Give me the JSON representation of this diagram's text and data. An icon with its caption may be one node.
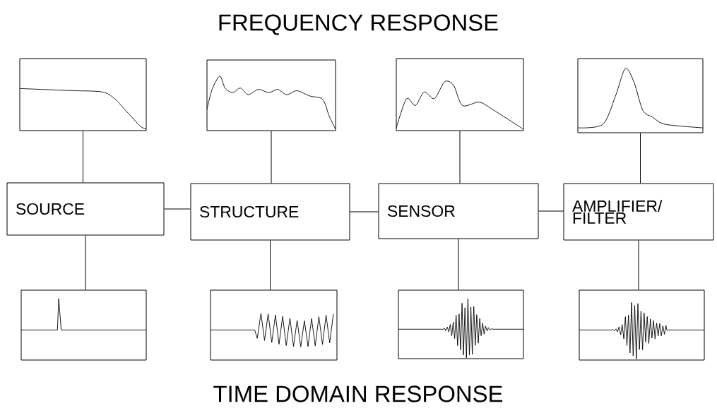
{
  "diagram": {
    "title": "FREQUENCY RESPONSE",
    "caption": "TIME DOMAIN RESPONSE",
    "nodes": [
      {
        "text": [],
        "shape": "picture"
      },
      {
        "text": [],
        "shape": "picture"
      },
      {
        "text": [],
        "shape": "picture"
      },
      {
        "text": [],
        "shape": "picture"
      },
      {
        "text": [
          "SOURCE"
        ]
      },
      {
        "text": [
          "STRUCTURE"
        ]
      },
      {
        "text": [
          "SENSOR"
        ]
      },
      {
        "text": [
          "AMPLIFIER/ FILTER"
        ]
      },
      {
        "text": [],
        "shape": "picture"
      },
      {
        "text": [],
        "shape": "picture"
      },
      {
        "text": [],
        "shape": "picture"
      },
      {
        "text": [],
        "shape": "picture"
      }
    ],
    "edges": [
      {
        "from": 0,
        "to": 4,
        "arrow": "none"
      },
      {
        "from": 1,
        "to": 5,
        "arrow": "none"
      },
      {
        "from": 2,
        "to": 6,
        "arrow": "none"
      },
      {
        "from": 3,
        "to": 7,
        "arrow": "none"
      },
      {
        "from": 4,
        "to": 5,
        "arrow": "none"
      },
      {
        "from": 5,
        "to": 6,
        "arrow": "none"
      },
      {
        "from": 6,
        "to": 7,
        "arrow": "none"
      },
      {
        "from": 4,
        "to": 8,
        "arrow": "none"
      },
      {
        "from": 5,
        "to": 9,
        "arrow": "none"
      },
      {
        "from": 6,
        "to": 10,
        "arrow": "none"
      },
      {
        "from": 7,
        "to": 11,
        "arrow": "none"
      }
    ]
  }
}
